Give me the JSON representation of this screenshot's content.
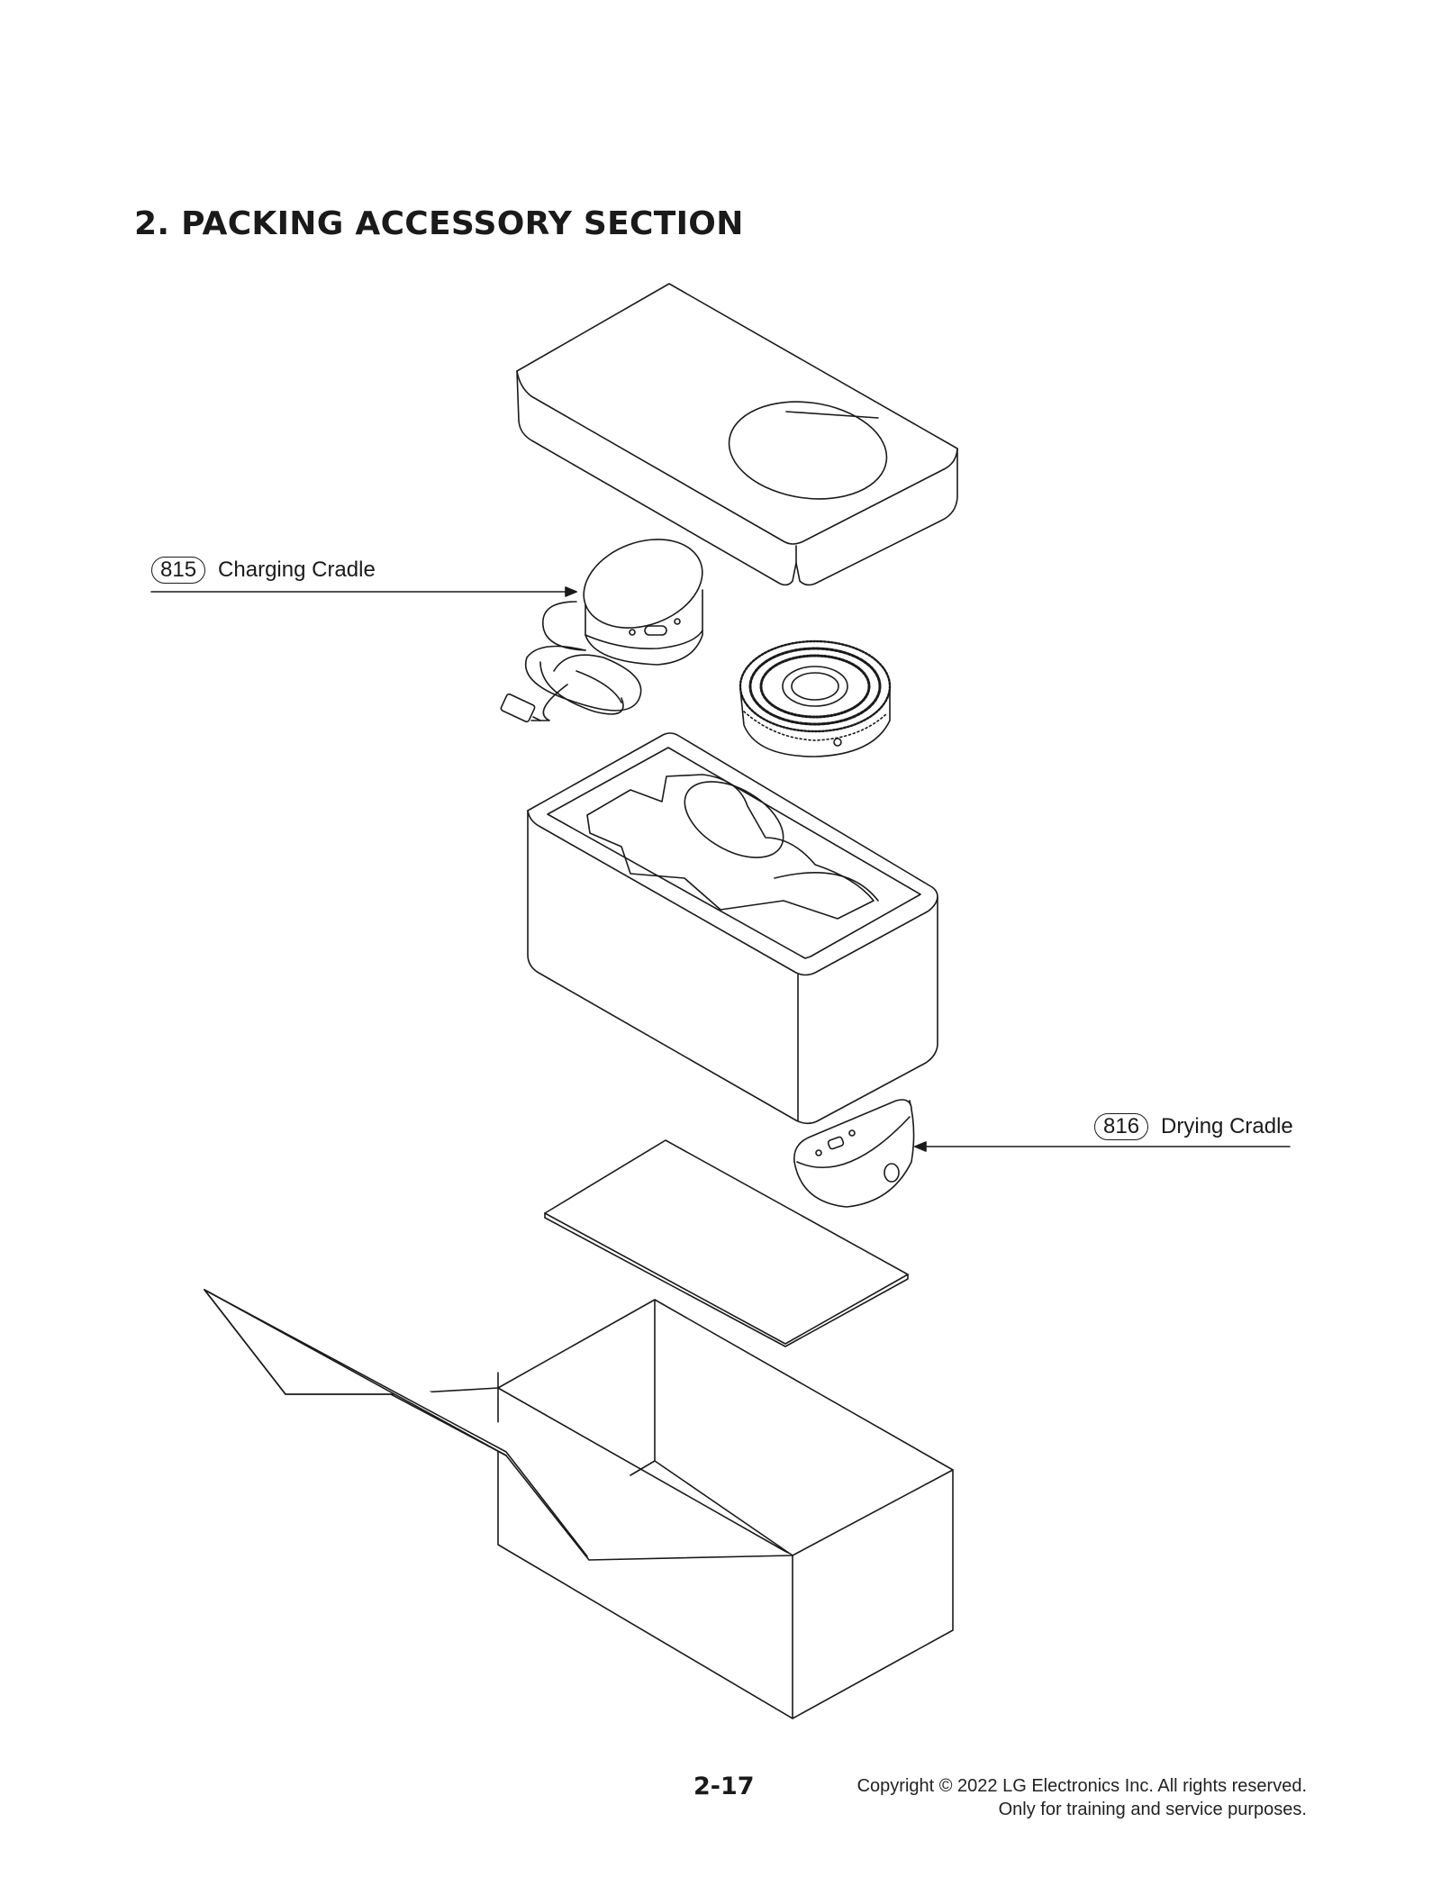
{
  "section_title": "2. PACKING ACCESSORY SECTION",
  "callouts": [
    {
      "number": "815",
      "label": "Charging Cradle"
    },
    {
      "number": "816",
      "label": "Drying Cradle"
    }
  ],
  "footer": {
    "page_number": "2-17",
    "copyright_line1": "Copyright © 2022 LG Electronics Inc. All rights reserved.",
    "copyright_line2": "Only for training and service purposes."
  }
}
